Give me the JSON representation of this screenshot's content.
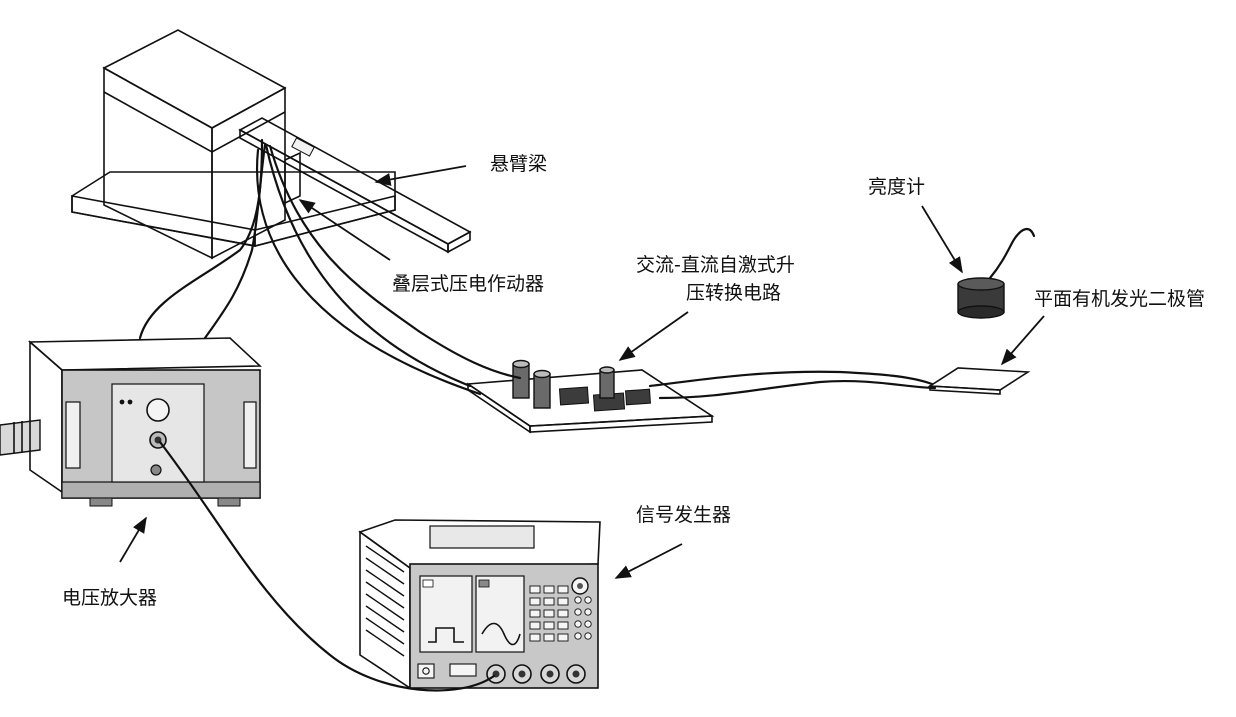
{
  "labels": {
    "cantilever": "悬臂梁",
    "stacked_actuator": "叠层式压电作动器",
    "converter_line1": "交流-直流自激式升",
    "converter_line2": "压转换电路",
    "luminance_meter": "亮度计",
    "oled": "平面有机发光二极管",
    "signal_generator": "信号发生器",
    "voltage_amplifier": "电压放大器"
  },
  "colors": {
    "line": "#111111",
    "device_light": "#e2e2e2",
    "device_mid": "#c4c4c4",
    "device_dark": "#9a9a9a",
    "board": "#cfcfcf",
    "meter": "#3a3a3a"
  }
}
